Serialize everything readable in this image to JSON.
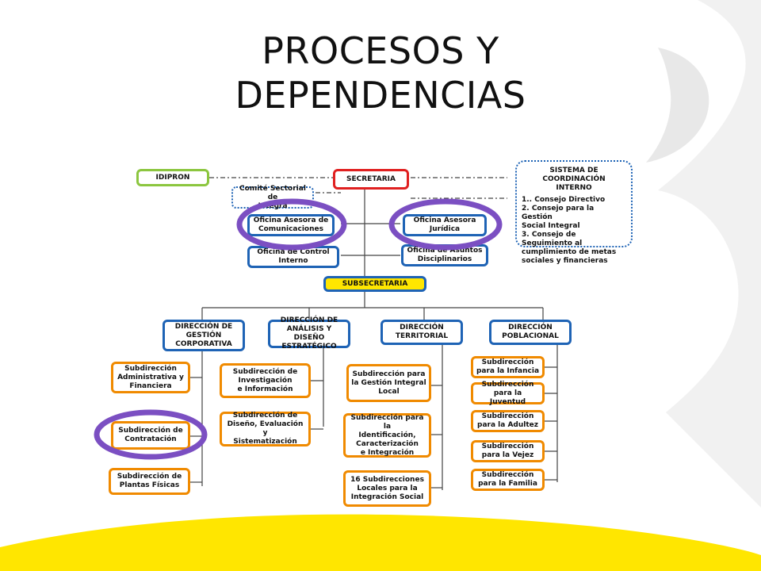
{
  "page": {
    "title": "PROCESOS Y DEPENDENCIAS"
  },
  "org": {
    "idipron": "IDIPRON",
    "secretaria": "SECRETARIA",
    "comite": "Comité Sectorial de\nIntegra",
    "asesora_comunicaciones": "Oficina  Asesora de\nComunicaciones",
    "asesora_juridica": "Oficina Asesora\nJurídica",
    "control_interno": "Oficina de Control\nInterno",
    "asuntos_disciplinarios": "Oficina de Asuntos\nDisciplinarios",
    "subsecretaria": "SUBSECRETARIA",
    "sistema": {
      "title": "SISTEMA DE COORDINACIÓN\nINTERNO",
      "items": [
        "1.. Consejo Directivo",
        "2.  Consejo para la Gestión\n      Social Integral",
        "3. Consejo de Seguimiento al\n     cumplimiento de metas\n     sociales y financieras"
      ]
    },
    "direcciones": {
      "corporativa": "DIRECCIÓN DE\nGESTIÓN\nCORPORATIVA",
      "analisis": "DIRECCIÓN DE\nANÁLISIS Y DISEÑO\nESTRATÉGICO",
      "territorial": "DIRECCIÓN\nTERRITORIAL",
      "poblacional": "DIRECCIÓN\nPOBLACIONAL"
    },
    "subdirecciones": {
      "administrativa": "Subdirección\nAdministrativa y\nFinanciera",
      "contratacion": "Subdirección de\nContratación",
      "plantas": "Subdirección de\nPlantas Físicas",
      "investigacion": "Subdirección de\nInvestigación\ne Información",
      "diseno": "Subdirección de\nDiseño, Evaluación y\nSistematización",
      "gestion_local": "Subdirección para\nla Gestión Integral\nLocal",
      "identificacion": "Subdirección para la\nIdentificación,\nCaracterización\ne Integración",
      "locales": "16 Subdirecciones\nLocales para la\nIntegración Social",
      "infancia": "Subdirección\npara la Infancia",
      "juventud": "Subdirección\npara la Juventud",
      "adultez": "Subdirección\npara la Adultez",
      "vejez": "Subdirección\npara la Vejez",
      "familia": "Subdirección\npara la Familia"
    }
  }
}
